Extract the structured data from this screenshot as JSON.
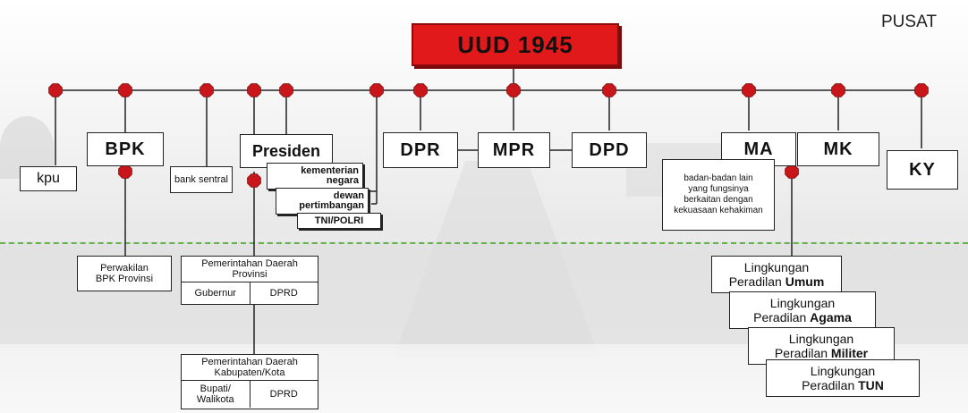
{
  "header": {
    "top_label": "PUSAT",
    "root": "UUD 1945"
  },
  "nodes": {
    "kpu": "kpu",
    "bpk": "BPK",
    "bank_sentral": "bank sentral",
    "presiden": "Presiden",
    "kementerian": "kementerian negara",
    "dewan": "dewan pertimbangan",
    "tni": "TNI/POLRI",
    "dpr": "DPR",
    "mpr": "MPR",
    "dpd": "DPD",
    "ma": "MA",
    "mk": "MK",
    "ky": "KY",
    "badan_lain": "badan-badan lain yang fungsinya berkaitan dengan kekuasaan kehakiman"
  },
  "daerah": {
    "perwakilan_bpk": "Perwakilan BPK Provinsi",
    "provinsi": {
      "title": "Pemerintahan Daerah Provinsi",
      "left": "Gubernur",
      "right": "DPRD"
    },
    "kabupaten": {
      "title": "Pemerintahan Daerah Kabupaten/Kota",
      "left": "Bupati/ Walikota",
      "right": "DPRD"
    }
  },
  "peradilan": [
    {
      "line1": "Lingkungan",
      "prefix": "Peradilan ",
      "bold": "Umum"
    },
    {
      "line1": "Lingkungan",
      "prefix": "Peradilan ",
      "bold": "Agama"
    },
    {
      "line1": "Lingkungan",
      "prefix": "Peradilan ",
      "bold": "Militer"
    },
    {
      "line1": "Lingkungan",
      "prefix": "Peradilan ",
      "bold": "TUN"
    }
  ],
  "colors": {
    "root_fill": "#e2191b",
    "connector": "#c8161b",
    "divider": "#62b44a"
  }
}
